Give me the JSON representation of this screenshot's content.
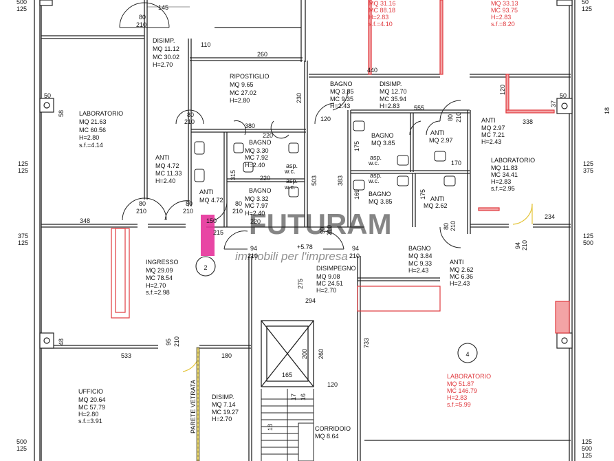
{
  "watermark": {
    "brand": "FUTURAM",
    "tagline": "immobili per l'impresa"
  },
  "rooms": {
    "disimp_top": {
      "name": "DISIMP.",
      "l1": "MQ  11.12",
      "l2": "MC  30.02",
      "l3": "H=2.70"
    },
    "ripostiglio": {
      "name": "RIPOSTIGLIO",
      "l1": "MQ  9.65",
      "l2": "MC  27.02",
      "l3": "H=2.80"
    },
    "lab_left": {
      "name": "LABORATORIO",
      "l1": "MQ  21.63",
      "l2": "MC  60.56",
      "l3": "H=2.80",
      "l4": "s.f.=4.14"
    },
    "anti_left": {
      "name": "ANTI",
      "l1": "MQ  4.72",
      "l2": "MC  11.33",
      "l3": "H=2.40"
    },
    "anti_small": {
      "name": "ANTI",
      "l1": "MQ  4.72"
    },
    "bagno_1": {
      "name": "BAGNO",
      "l1": "MQ  3.30",
      "l2": "MC  7.92",
      "l3": "H=2.40"
    },
    "bagno_2": {
      "name": "BAGNO",
      "l1": "MQ  3.32",
      "l2": "MC  7.97",
      "l3": "H=2.40"
    },
    "asp_1": {
      "l1": "asp.",
      "l2": "w.c."
    },
    "asp_2": {
      "l1": "asp.",
      "l2": "w.c."
    },
    "ingresso": {
      "name": "INGRESSO",
      "l1": "MQ  29.09",
      "l2": "MC  78.54",
      "l3": "H=2.70",
      "l4": "s.f.=2.98"
    },
    "ufficio": {
      "name": "UFFICIO",
      "l1": "MQ  20.64",
      "l2": "MC  57.79",
      "l3": "H=2.80",
      "l4": "s.f.=3.91"
    },
    "disimp_low": {
      "name": "DISIMP.",
      "l1": "MQ  7.14",
      "l2": "MC  19.27",
      "l3": "H=2.70"
    },
    "disimpegno": {
      "name": "DISIMPEGNO",
      "l1": "MQ  9.08",
      "l2": "MC  24.51",
      "l3": "H=2.70"
    },
    "corridoio": {
      "name": "CORRIDOIO",
      "l1": "MQ  8.64"
    },
    "bagno_r1": {
      "name": "BAGNO",
      "l1": "MQ  3.85",
      "l2": "MC  9.35",
      "l3": "H=2.43"
    },
    "disimp_r": {
      "name": "DISIMP.",
      "l1": "MQ  12.70",
      "l2": "MC  35.94",
      "l3": "H=2.83"
    },
    "bagno_r2": {
      "name": "BAGNO",
      "l1": "MQ  3.85"
    },
    "anti_r1": {
      "name": "ANTI",
      "l1": "MQ  2.97"
    },
    "anti_r2": {
      "name": "ANTI",
      "l1": "MQ  2.97",
      "l2": "MC  7.21",
      "l3": "H=2.43"
    },
    "asp_r": {
      "l1": "asp.",
      "l2": "w.c."
    },
    "asp_r2": {
      "l1": "asp.",
      "l2": "w.c."
    },
    "bagno_r3": {
      "name": "BAGNO",
      "l1": "MQ  3.85"
    },
    "anti_r3": {
      "name": "ANTI",
      "l1": "MQ  2.62"
    },
    "bagno_r4": {
      "name": "BAGNO",
      "l1": "MQ  3.84",
      "l2": "MC  9.33",
      "l3": "H=2.43"
    },
    "anti_r4": {
      "name": "ANTI",
      "l1": "MQ  2.62",
      "l2": "MC  6.36",
      "l3": "H=2.43"
    },
    "lab_right": {
      "name": "LABORATORIO",
      "l1": "MQ  11.83",
      "l2": "MC  34.41",
      "l3": "H=2.83",
      "l4": "s.f.=2.95"
    },
    "lab_big": {
      "name": "LABORATORIO",
      "l1": "MQ  51.87",
      "l2": "MC  146.79",
      "l3": "H=2.83",
      "l4": "s.f.=5.99"
    },
    "top_mid": {
      "l1": "MQ  31.16",
      "l2": "MC  88.18",
      "l3": "H=2.83",
      "l4": "s.f.=4.10"
    },
    "top_right": {
      "l1": "MQ  33.13",
      "l2": "MC  93.75",
      "l3": "H=2.83",
      "l4": "s.f.=8.20"
    }
  },
  "markers": {
    "m2": "2",
    "m4": "4"
  },
  "labels": {
    "parete": "PARETE VETRATA",
    "plus": "+5.78"
  },
  "dims": {
    "d145": "145",
    "d80a": "80",
    "d210a": "210",
    "d110": "110",
    "d260": "260",
    "d440": "440",
    "d230": "230",
    "d380": "380",
    "d220a": "220",
    "d315": "315",
    "d220b": "220",
    "d220c": "220",
    "d80b": "80",
    "d210b": "210",
    "d80c": "80",
    "d210c": "210",
    "d80d": "80",
    "d210d": "210",
    "d80e": "80",
    "d210e": "210",
    "d348": "348",
    "d150": "150",
    "d215": "215",
    "d503": "503",
    "d383": "383",
    "d120a": "120",
    "d555": "555",
    "d80f": "80",
    "d210f": "210",
    "d120b": "120",
    "d338": "338",
    "d170": "170",
    "d175a": "175",
    "d169": "169",
    "d175b": "175",
    "d234": "234",
    "d94a": "94",
    "d210g": "210",
    "d94b": "94",
    "d210h": "210",
    "d94c": "94",
    "d210i": "210",
    "d90": "90",
    "d210j": "210",
    "d80g": "80",
    "d210k": "210",
    "d275": "275",
    "d294": "294",
    "d733": "733",
    "d533": "533",
    "d180": "180",
    "d95": "95",
    "d210l": "210",
    "d200": "200",
    "d260b": "260",
    "d165": "165",
    "d120c": "120",
    "d58": "58",
    "d50a": "50",
    "d50b": "50",
    "d37": "37",
    "d48": "48",
    "d500t": "500",
    "d125a": "125",
    "d125b": "125",
    "d125c": "125",
    "d375a": "375",
    "d125d": "125",
    "d500b": "500",
    "d125e": "125",
    "d50c": "50",
    "d125f": "125",
    "d125g": "125",
    "d375b": "375",
    "d125h": "125",
    "d500c": "500",
    "d125i": "125",
    "d500d": "500",
    "d125j": "125",
    "d18": "18"
  },
  "stairs": {
    "s17": "17",
    "s16": "16",
    "s18": "18"
  }
}
